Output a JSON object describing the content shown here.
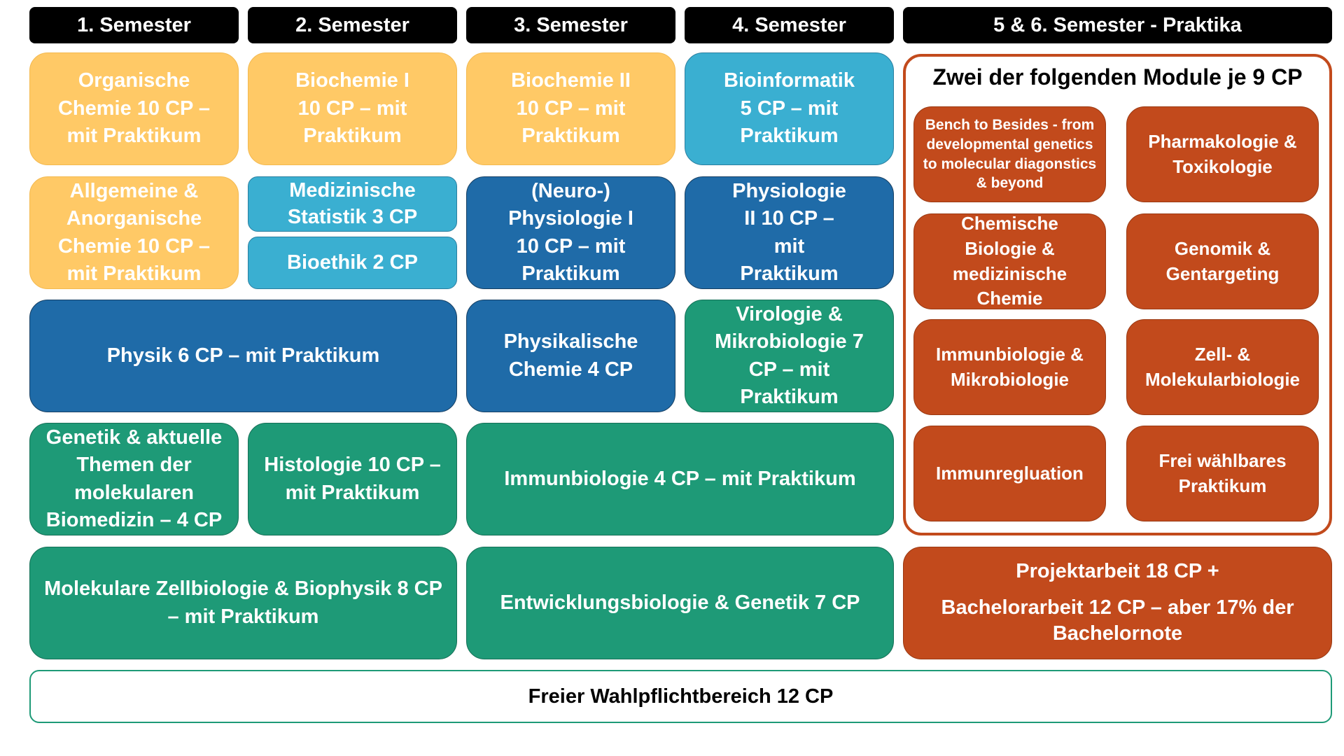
{
  "headers": [
    "1. Semester",
    "2. Semester",
    "3. Semester",
    "4. Semester",
    "5 & 6. Semester - Praktika"
  ],
  "modules": {
    "organische_chemie": "Organische Chemie 10 CP – mit Praktikum",
    "biochemie_1": "Biochemie I 10 CP – mit Praktikum",
    "biochemie_2": "Biochemie II 10 CP – mit Praktikum",
    "bioinformatik": "Bioinformatik 5 CP – mit Praktikum",
    "allgemeine_chemie": "Allgemeine & Anorganische Chemie 10 CP – mit Praktikum",
    "med_statistik": "Medizinische Statistik 3 CP",
    "bioethik": "Bioethik 2 CP",
    "neurophysiologie": "(Neuro-) Physiologie I 10 CP – mit Praktikum",
    "physiologie_2": "Physiologie II 10 CP – mit Praktikum",
    "physik": "Physik 6 CP – mit Praktikum",
    "physikalische_chemie": "Physikalische Chemie 4 CP",
    "virologie": "Virologie & Mikrobiologie 7 CP – mit Praktikum",
    "genetik": "Genetik & aktuelle Themen der molekularen Biomedizin – 4 CP",
    "histologie": "Histologie 10 CP – mit Praktikum",
    "immunbiologie": "Immunbiologie 4 CP – mit Praktikum",
    "zellbiologie": "Molekulare Zellbiologie & Biophysik 8 CP – mit Praktikum",
    "entwicklungsbiologie": "Entwicklungsbiologie & Genetik 7 CP"
  },
  "praktika": {
    "title": "Zwei der folgenden Module je 9 CP",
    "items": [
      "Bench to Besides - from developmental genetics to molecular diagonstics & beyond",
      "Pharmakologie & Toxikologie",
      "Chemische Biologie & medizinische Chemie",
      "Genomik & Gentargeting",
      "Immunbiologie & Mikrobiologie",
      "Zell- & Molekularbiologie",
      "Immunregluation",
      "Frei wählbares Praktikum"
    ]
  },
  "projekt": {
    "line1": "Projektarbeit 18 CP +",
    "line2": "Bachelorarbeit 12 CP – aber 17% der Bachelornote"
  },
  "footer": "Freier Wahlpflichtbereich 12 CP",
  "colors": {
    "yellow": "#FFC966",
    "light_blue": "#3AAFD1",
    "dark_blue": "#1F6BA8",
    "green": "#1E9A77",
    "orange": "#C24A1C",
    "header": "#000000"
  }
}
